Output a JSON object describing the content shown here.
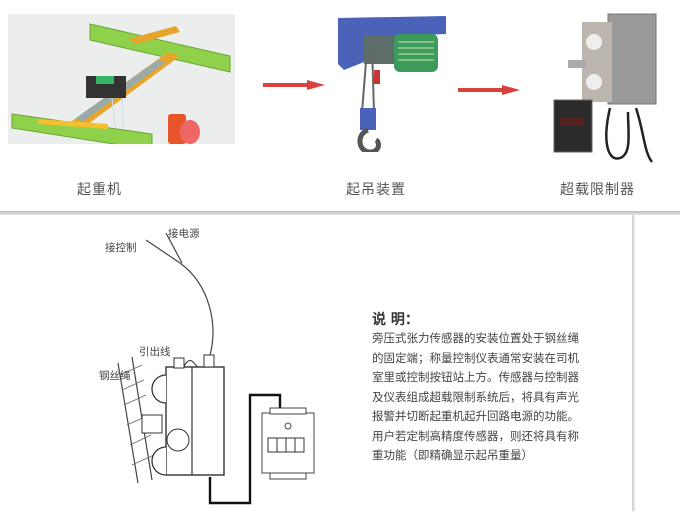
{
  "top_row": {
    "items": [
      {
        "caption": "起重机",
        "icon": "crane-illustration"
      },
      {
        "caption": "起吊装置",
        "icon": "hoist-illustration"
      },
      {
        "caption": "超载限制器",
        "icon": "overload-limiter-illustration"
      }
    ],
    "arrow_color": "#d9413a"
  },
  "diagram": {
    "labels": {
      "power": "接电源",
      "control": "接控制",
      "lead_wire": "引出线",
      "wire_rope": "钢丝绳"
    }
  },
  "notes": {
    "title": "说 明：",
    "lines": [
      "旁压式张力传感器的安装位置处于钢丝绳",
      "的固定端；称量控制仪表通常安装在司机",
      "室里或控制按钮站上方。传感器与控制器",
      "及仪表组成超载限制系统后，将具有声光",
      "报警并切断起重机起升回路电源的功能。",
      "用户若定制高精度传感器，则还将具有称",
      "重功能（即精确显示起吊重量）"
    ]
  }
}
